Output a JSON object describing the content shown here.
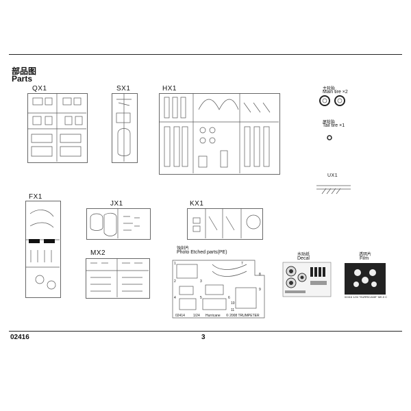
{
  "heading": {
    "chinese": "部品图",
    "english": "Parts"
  },
  "sprues": {
    "qx1": "QX1",
    "sx1": "SX1",
    "hx1": "HX1",
    "ux1": "UX1",
    "fx1": "FX1",
    "jx1": "JX1",
    "kx1": "KX1",
    "mx2": "MX2"
  },
  "tires": {
    "main_cn": "主轮胎",
    "main_en": "Main tire ×2",
    "tail_cn": "尾轮胎",
    "tail_en": "Tail tire ×1"
  },
  "photo_etched": {
    "cn": "蚀刻片",
    "en": "Photo Etched parts(PE)",
    "footer_code": "02414",
    "footer_scale": "1/24",
    "footer_name": "Hurricane",
    "footer_copyright": "© 2008 TRUMPETER",
    "part_numbers": [
      "1",
      "2",
      "3",
      "4",
      "5",
      "6",
      "7",
      "8",
      "9",
      "10",
      "11"
    ]
  },
  "decal": {
    "cn": "水贴纸",
    "en": "Decal"
  },
  "film": {
    "cn": "透明片",
    "en": "Film",
    "caption": "02416 1/24 \"HURRICANE\" MK.II C"
  },
  "footer": {
    "code": "02416",
    "page": "3"
  }
}
